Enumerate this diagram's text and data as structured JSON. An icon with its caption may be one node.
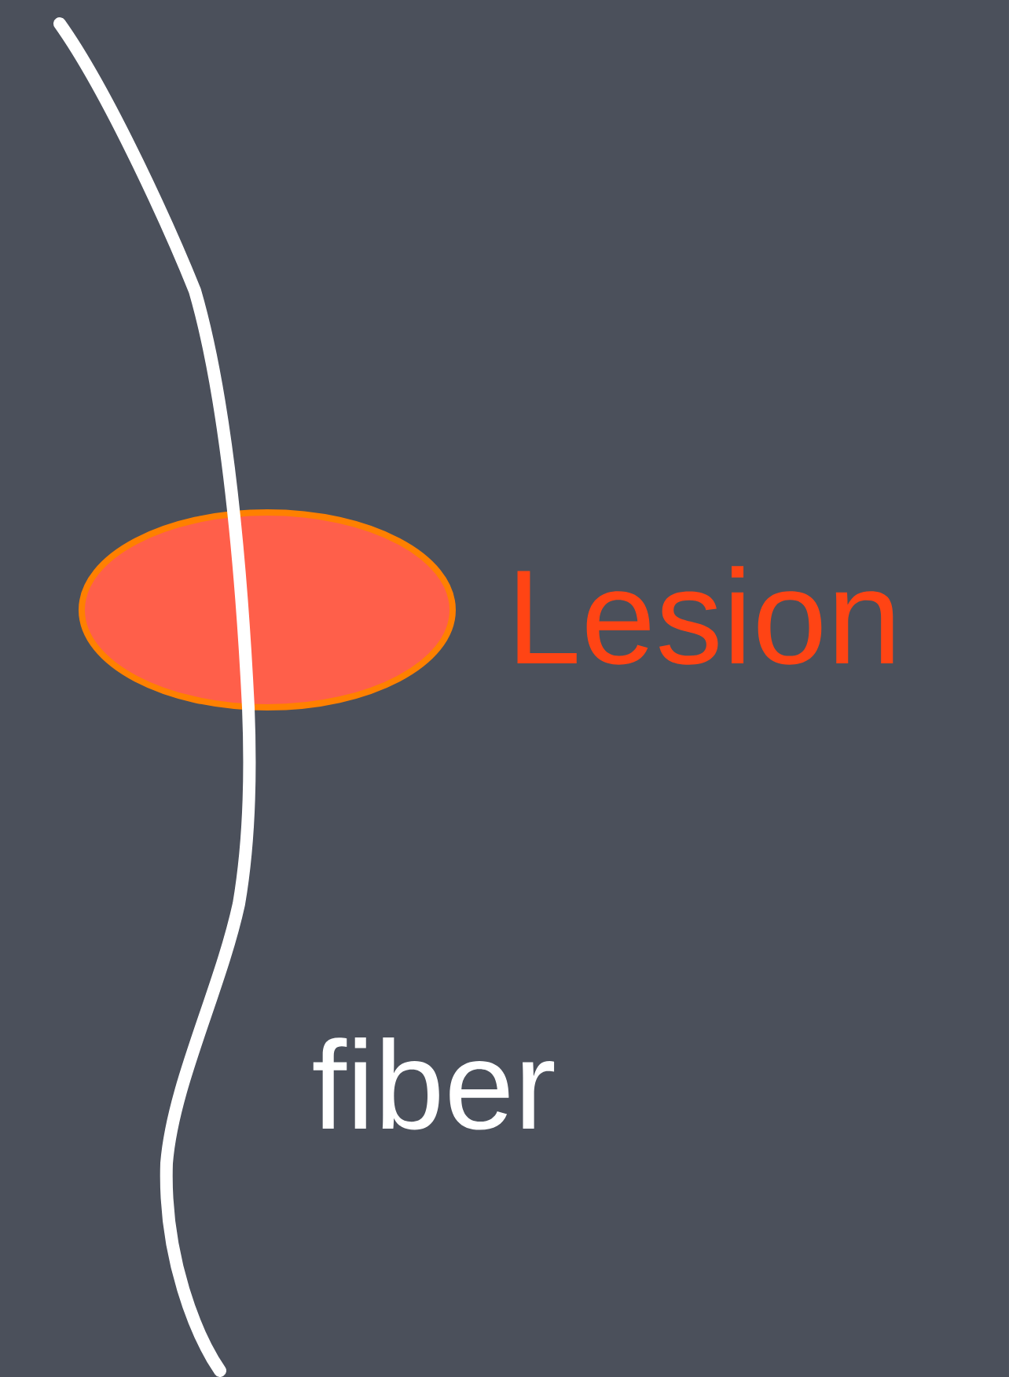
{
  "diagram": {
    "nodes": [
      {
        "text": [],
        "shape": "ellipse",
        "beside": [
          "Lesion"
        ]
      }
    ],
    "labels": [
      "fiber"
    ]
  }
}
